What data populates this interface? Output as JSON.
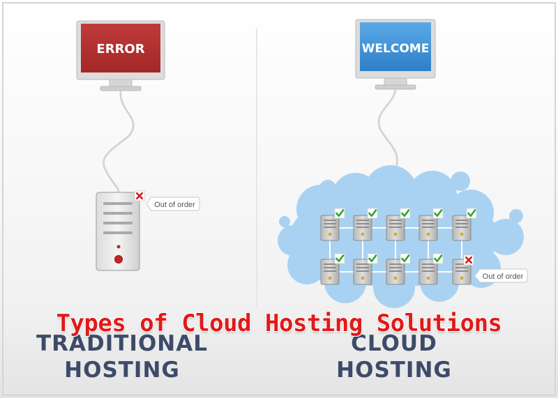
{
  "title": "Types of Cloud Hosting Solutions",
  "traditional": {
    "screen_text": "ERROR",
    "status_tag": "Out of order",
    "label_line1": "TRADITIONAL",
    "label_line2": "HOSTING"
  },
  "cloud": {
    "screen_text": "WELCOME",
    "status_tag": "Out of order",
    "label_line1": "CLOUD",
    "label_line2": "HOSTING"
  },
  "colors": {
    "error_screen": "#b03232",
    "welcome_screen": "#3a8fd6",
    "title": "#e01a1a",
    "label": "#3d4b68",
    "cloud": "#a9d2f2",
    "check": "#2ea52e",
    "cross": "#d42020"
  }
}
